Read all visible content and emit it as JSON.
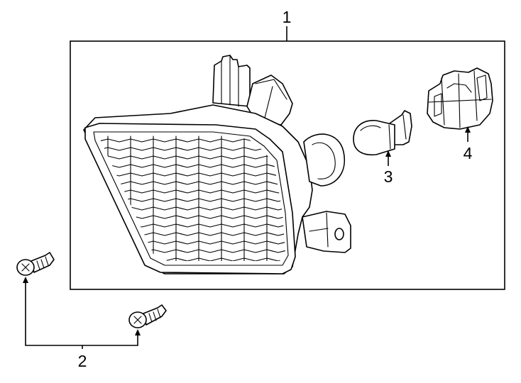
{
  "callouts": {
    "lamp_assembly": "1",
    "screws": "2",
    "bulb": "3",
    "socket": "4"
  }
}
